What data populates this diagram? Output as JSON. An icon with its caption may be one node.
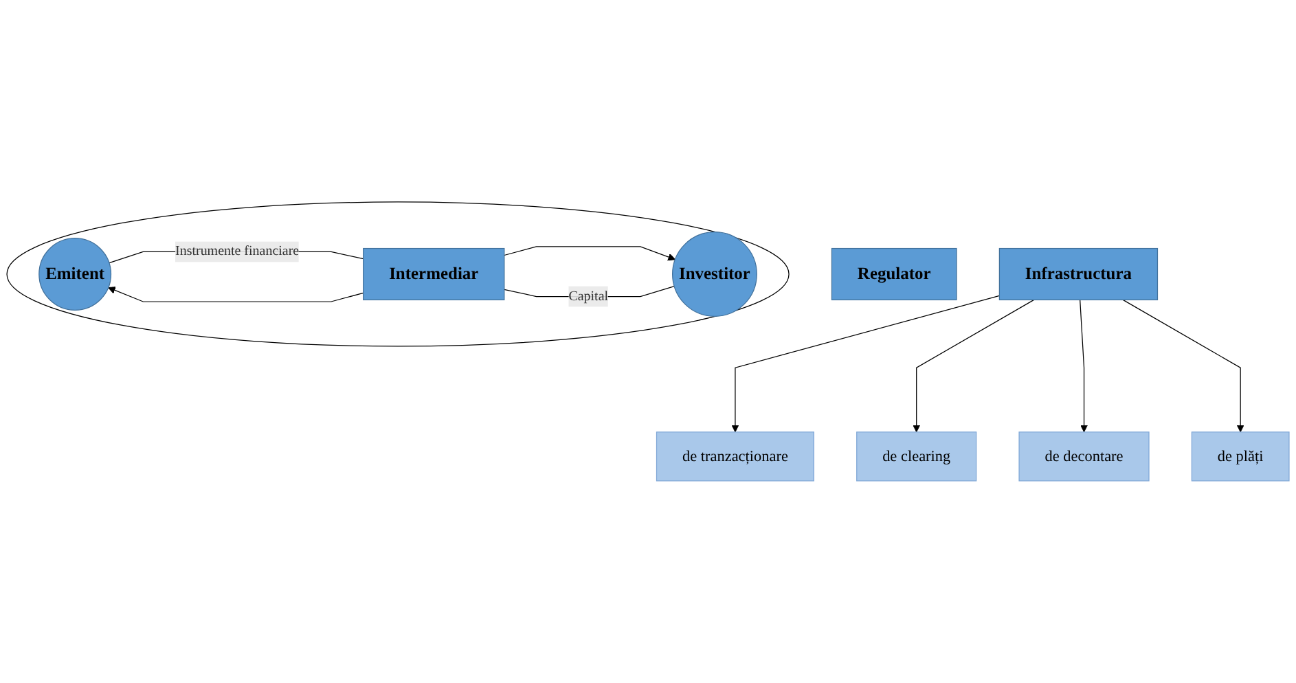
{
  "diagram": {
    "nodes": [
      {
        "text": [
          "Regulator"
        ]
      },
      {
        "text": [],
        "shape": "ellipse"
      },
      {
        "text": [
          "Emitent"
        ],
        "in": 1
      },
      {
        "text": [
          "Intermediar"
        ],
        "in": 1
      },
      {
        "text": [
          "Investitor"
        ],
        "in": 1
      },
      {
        "text": [
          "Infrastructura"
        ]
      },
      {
        "text": [
          "de tranzacționare"
        ]
      },
      {
        "text": [
          "de clearing"
        ]
      },
      {
        "text": [
          "de decontare"
        ]
      },
      {
        "text": [
          "de plăți"
        ]
      }
    ],
    "edges": [
      {
        "from": 2,
        "to": 3,
        "arrow": "none",
        "label": "Instrumente financiare"
      },
      {
        "from": 3,
        "to": 4,
        "arrow": "to"
      },
      {
        "from": 4,
        "to": 3,
        "arrow": "none",
        "label": "Capital"
      },
      {
        "from": 3,
        "to": 2,
        "arrow": "to"
      },
      {
        "from": 5,
        "to": 6,
        "arrow": "to"
      },
      {
        "from": 5,
        "to": 7,
        "arrow": "to"
      },
      {
        "from": 5,
        "to": 8,
        "arrow": "to"
      },
      {
        "from": 5,
        "to": 9,
        "arrow": "to"
      }
    ]
  }
}
